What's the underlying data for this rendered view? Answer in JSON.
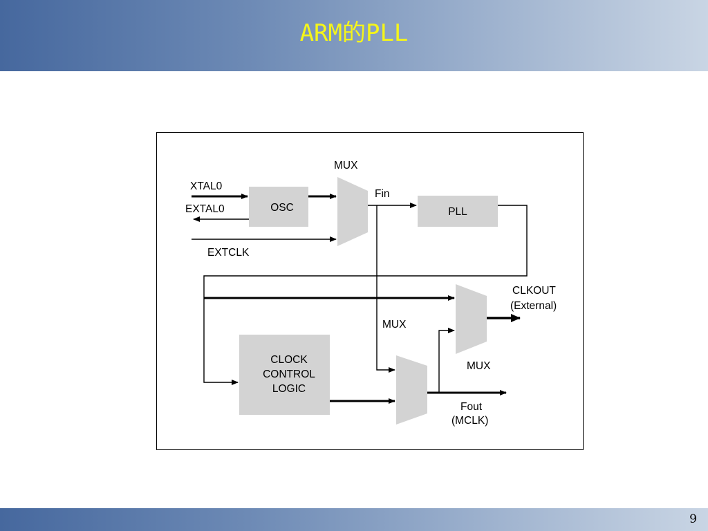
{
  "slide": {
    "title": "ARM的PLL",
    "page_number": "9"
  },
  "diagram": {
    "inputs": {
      "xtal0": "XTAL0",
      "extal0": "EXTAL0",
      "extclk": "EXTCLK"
    },
    "blocks": {
      "osc": "OSC",
      "pll": "PLL",
      "clock_control_logic": [
        "CLOCK",
        "CONTROL",
        "LOGIC"
      ]
    },
    "mux_labels": {
      "top": "MUX",
      "middle": "MUX",
      "right": "MUX"
    },
    "signals": {
      "fin": "Fin",
      "clkout": "CLKOUT",
      "clkout_note": "(External)",
      "fout": "Fout",
      "fout_note": "(MCLK)"
    },
    "colors": {
      "block_fill": "#d3d3d3",
      "line": "#000000",
      "title": "#f5f51a"
    }
  }
}
